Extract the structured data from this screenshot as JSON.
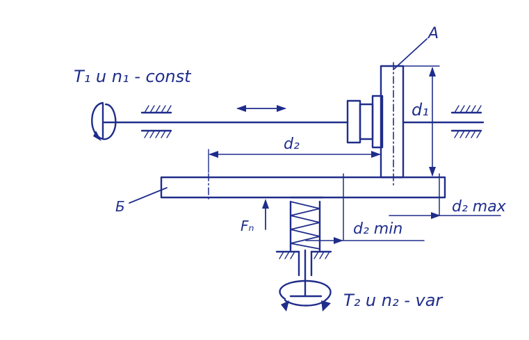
{
  "labels": {
    "input_shaft": "T₁ u n₁ - const",
    "output_shaft": "T₂ u n₂ - var",
    "roller_a": "A",
    "disk_b": "Б",
    "diameter_d1": "d₁",
    "diameter_d2": "d₂",
    "d2_max": "d₂ max",
    "d2_min": "d₂ min",
    "spring_force": "Fₙ"
  },
  "colors": {
    "ink": "#1f2d8a",
    "paper": "#ffffff"
  },
  "icons": {
    "motion_arrow": "double-arrow-icon",
    "input_rotation": "rotation-arrow-icon",
    "output_rotation": "rotation-arrow-icon",
    "bearing": "hatched-bearing-icon",
    "spring": "spring-icon"
  }
}
